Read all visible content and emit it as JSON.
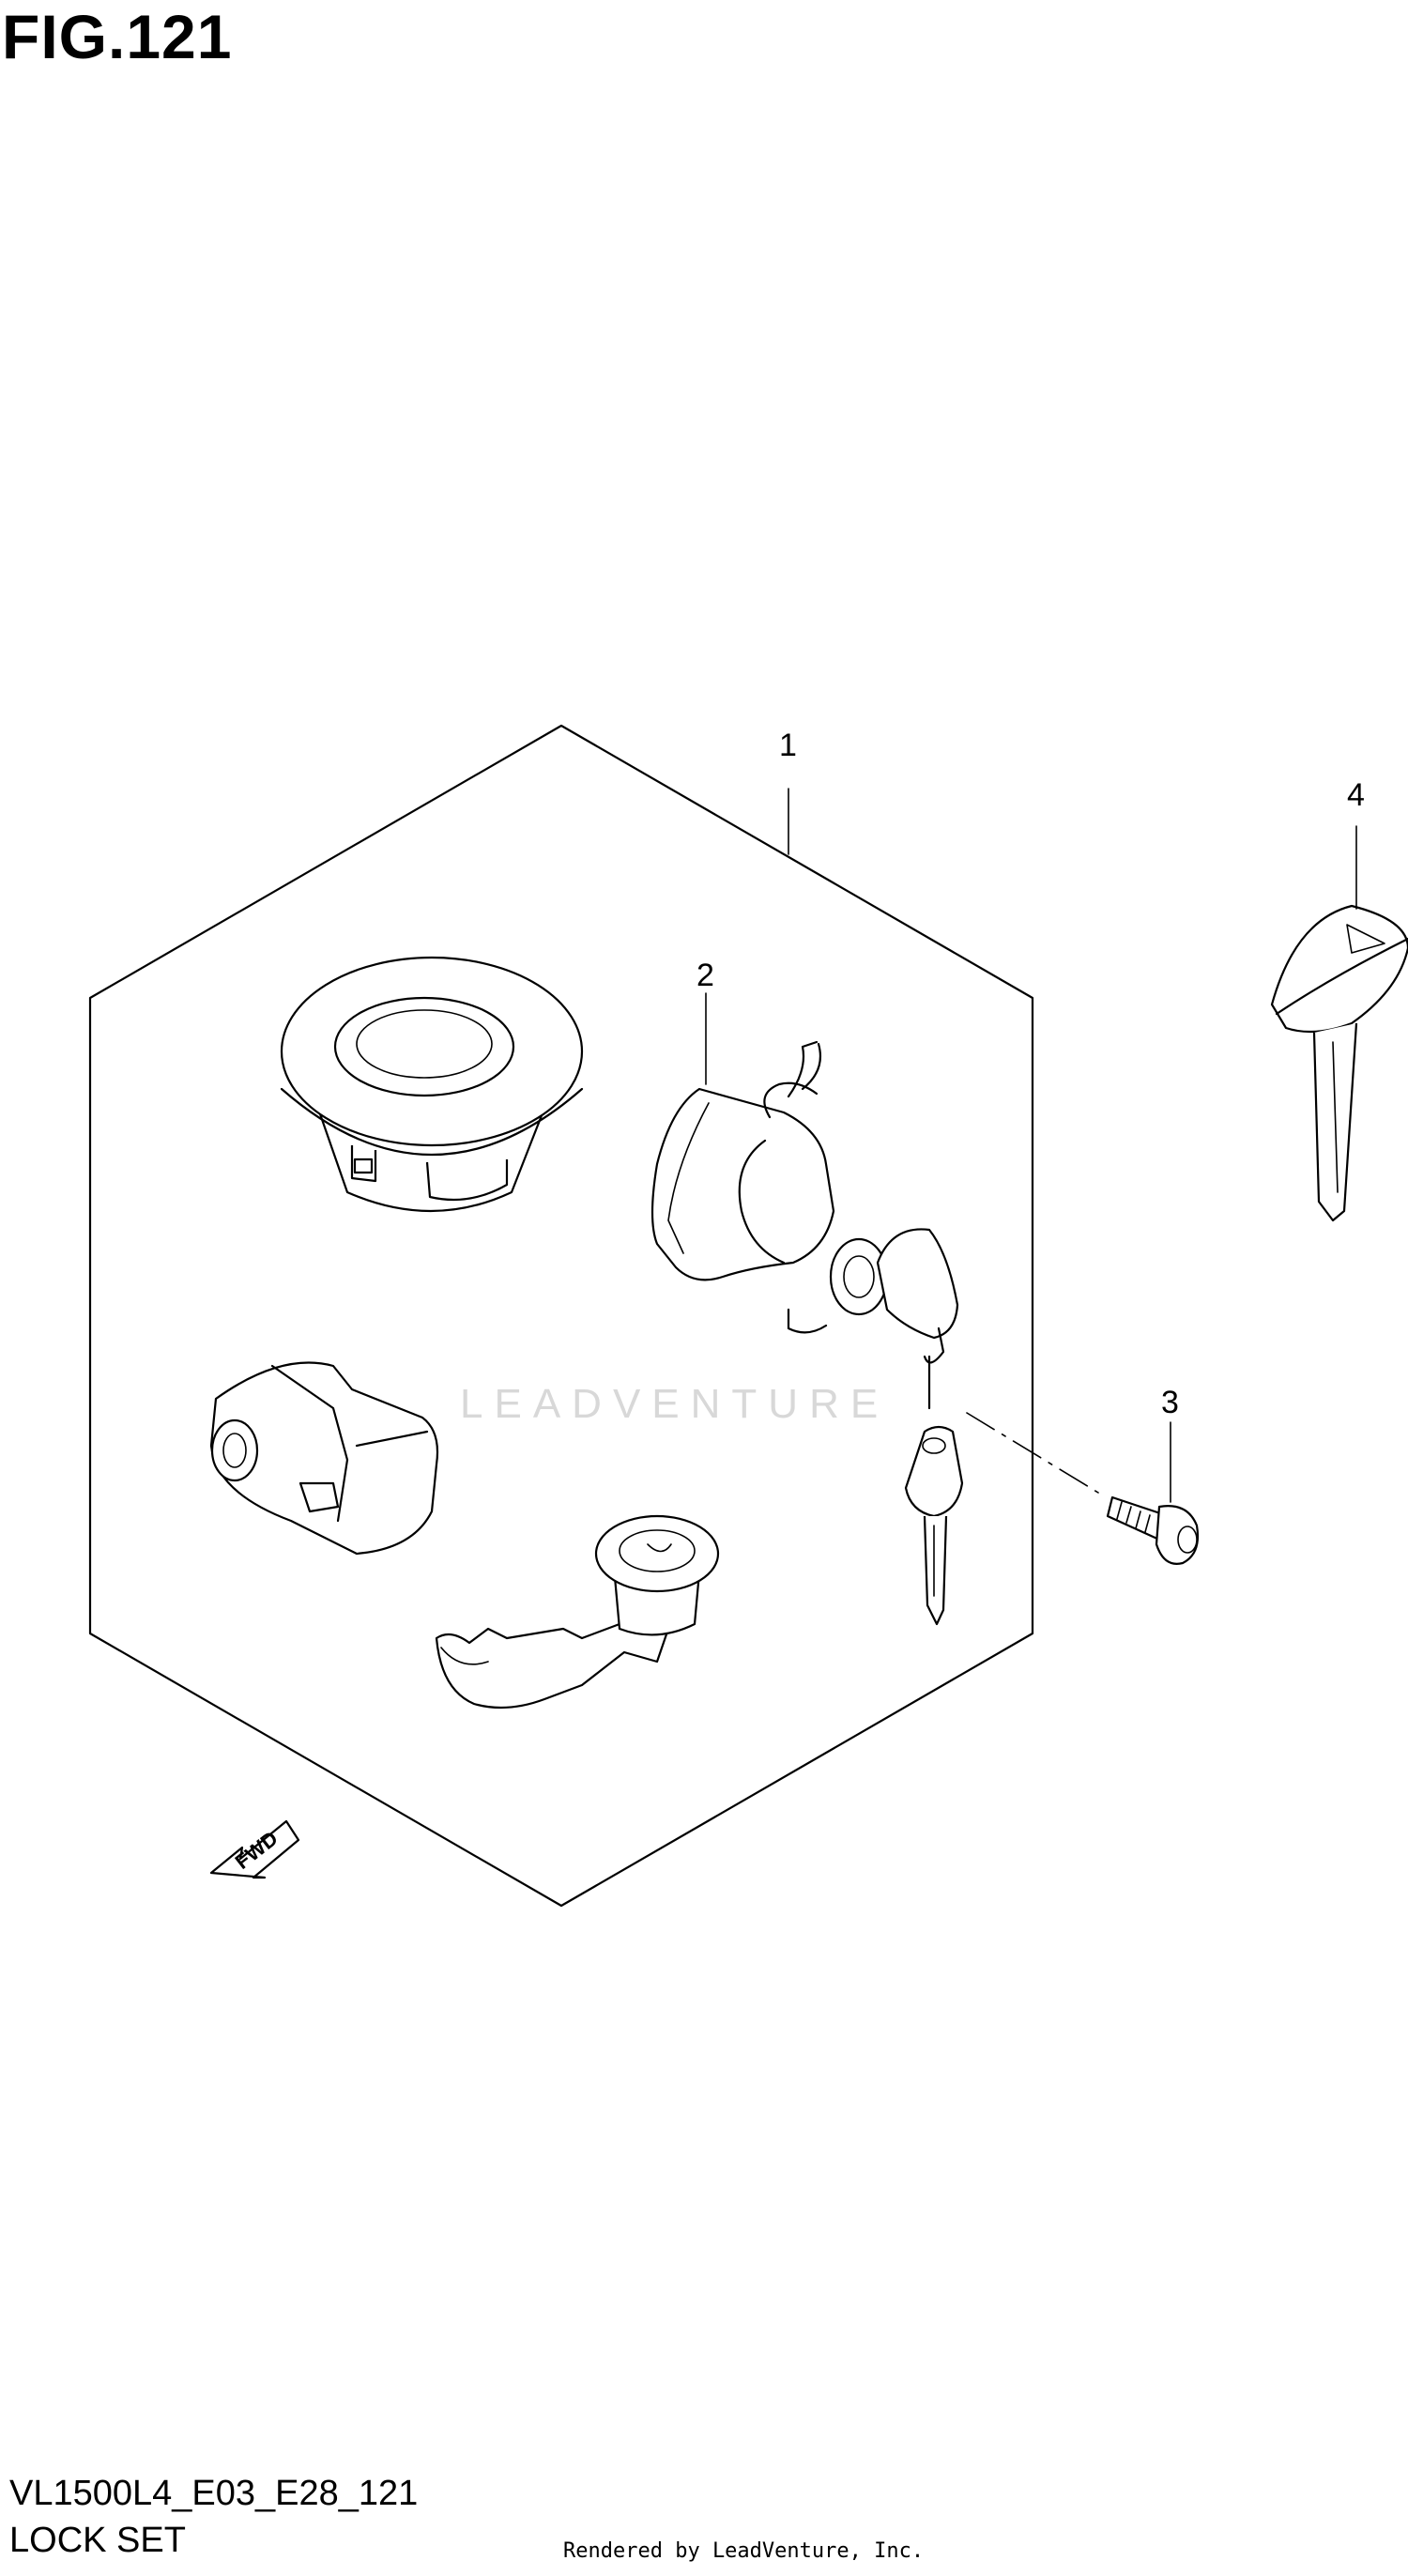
{
  "figure": {
    "title": "FIG.121"
  },
  "callouts": [
    {
      "id": "1",
      "label": "1"
    },
    {
      "id": "2",
      "label": "2"
    },
    {
      "id": "3",
      "label": "3"
    },
    {
      "id": "4",
      "label": "4"
    }
  ],
  "watermark": "LEADVENTURE",
  "fwd_label": "FWD",
  "footer": {
    "model_code": "VL1500L4_E03_E28_121",
    "assembly_name": "LOCK SET",
    "credit": "Rendered by LeadVenture, Inc."
  }
}
